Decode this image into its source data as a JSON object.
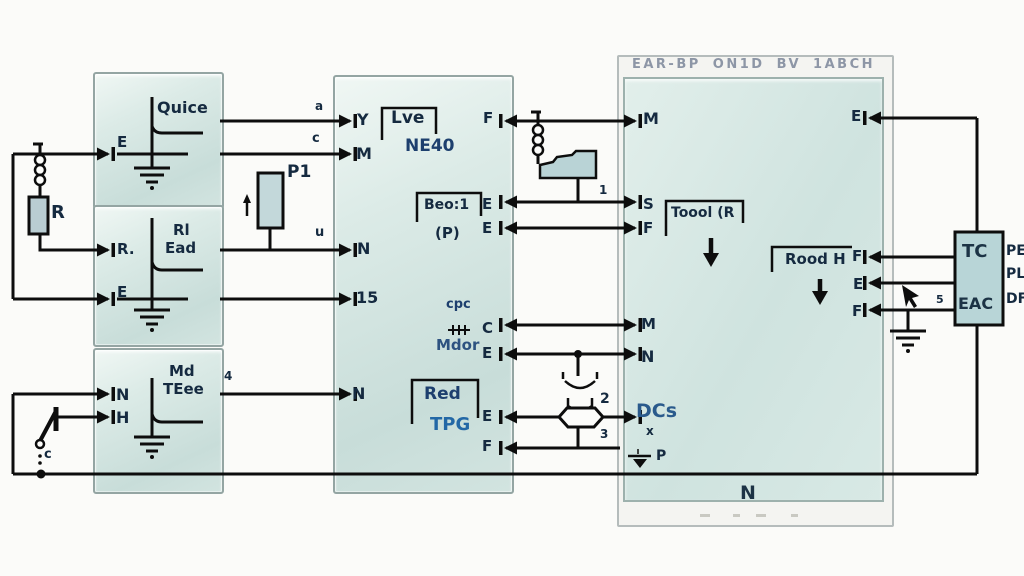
{
  "wire_labels": {
    "a": "a",
    "c": "c",
    "u": "u",
    "one": "1",
    "two": "2",
    "three": "3",
    "four": "4",
    "five": "5"
  },
  "left_components": {
    "resistor": "R",
    "pot": "P1",
    "switch_contact": "c"
  },
  "block1": {
    "title": "Quice",
    "pin_e": "E"
  },
  "block2": {
    "title1": "Rl",
    "title2": "Ead",
    "pin_r": "R.",
    "pin_e": "E"
  },
  "block3": {
    "title1": "Md",
    "title2": "TEee",
    "pin_n": "N",
    "pin_h": "H"
  },
  "mid_block": {
    "lve": "Lve",
    "ne40": "NE40",
    "beo": "Beo:1",
    "p_paren": "(P)",
    "cpc": "cpc",
    "mdor": "Mdor",
    "red": "Red",
    "tpg": "TPG",
    "pin_y": "Y",
    "pin_m": "M",
    "pin_n1": "N",
    "pin_15": "15",
    "pin_n2": "N",
    "pin_f1": "F",
    "pin_e1": "E",
    "pin_e2": "E",
    "pin_c": "C",
    "pin_e3": "E",
    "pin_e4": "E",
    "pin_f2": "F"
  },
  "big_block": {
    "title": "EAR-BP ON1D BV 1ABCH",
    "toool": "Toool (R",
    "rood": "Rood H",
    "dcs": "DCs",
    "x_mark": "x",
    "p_mark": "P",
    "bottom_n": "N",
    "pin_m1": "M",
    "pin_s": "S",
    "pin_f1": "F",
    "pin_m2": "M",
    "pin_n": "N",
    "pin_e_r": "E",
    "pin_f_r1": "F",
    "pin_e_r2": "E",
    "pin_f_r2": "F"
  },
  "tc_box": {
    "tc": "TC",
    "eac": "EAC",
    "pe": "PE",
    "pl": "PL",
    "df": "DF"
  }
}
